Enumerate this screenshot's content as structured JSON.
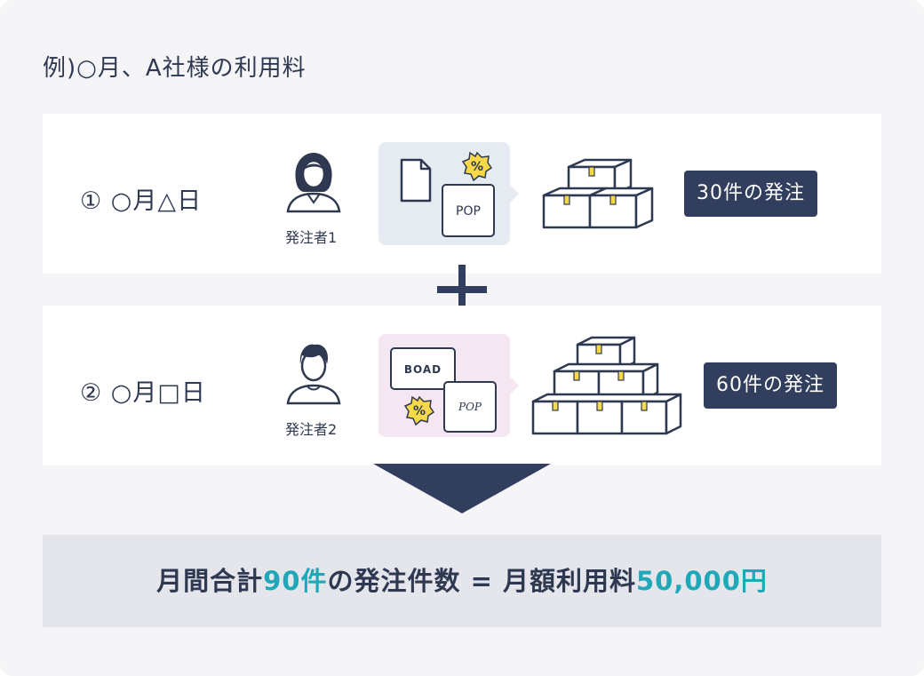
{
  "title": "例)○月、A社様の利用料",
  "orders": [
    {
      "date": "① ○月△日",
      "person_label": "発注者1",
      "items": [
        "document-icon",
        "percent-badge-icon",
        "POP"
      ],
      "count_label": "30件の発注"
    },
    {
      "date": "② ○月□日",
      "person_label": "発注者2",
      "items": [
        "BOAD",
        "percent-badge-icon",
        "POP"
      ],
      "count_label": "60件の発注"
    }
  ],
  "summary": {
    "prefix": "月間合計",
    "total_count": "90件",
    "middle": "の発注件数 = 月額利用料",
    "fee": "50,000円"
  },
  "colors": {
    "navy": "#323e5e",
    "accent": "#1fa8b8",
    "badge_yellow": "#f6d94a",
    "bubble_blue": "#e6ebf1",
    "bubble_pink": "#f4e7f2"
  }
}
